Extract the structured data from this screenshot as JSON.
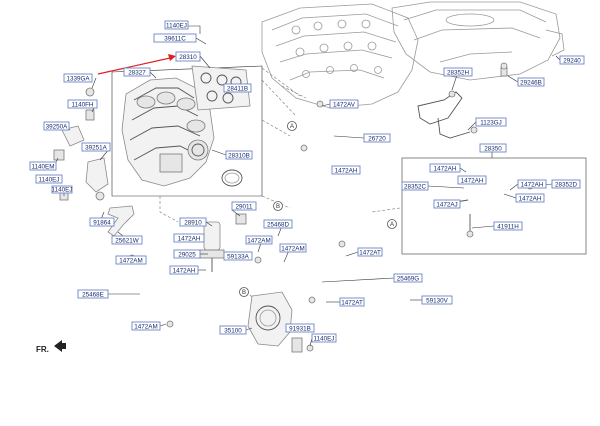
{
  "accent_color": "#e0201e",
  "label_box_color": "#6a86c8",
  "orientation_label": "FR.",
  "view_markers": {
    "a": "A",
    "b": "B"
  },
  "part_labels": {
    "p1140ej_top": "1140EJ",
    "p39611c": "39611C",
    "p28310": "28310",
    "p28327": "28327",
    "p28411b": "28411B",
    "p1339ga": "1339GA",
    "p1140fh": "1140FH",
    "p39250a": "39250A",
    "p1140em": "1140EM",
    "p1140ej_left": "1140EJ",
    "p1140ej_small": "1140EJ",
    "p39251a": "39251A",
    "p91864": "91864",
    "p25621w": "25621W",
    "p28310b": "28310B",
    "p29011": "29011",
    "p28910": "28910",
    "p1472ah_valve": "1472AH",
    "p29025": "29025",
    "p59133a": "59133A",
    "p1472ah_low": "1472AH",
    "p1472am_left": "1472AM",
    "p25468e": "25468E",
    "p1472am_bot": "1472AM",
    "p1472am_mid": "1472AM",
    "p25468d": "25468D",
    "p1472am_r": "1472AM",
    "p1472av": "1472AV",
    "p26720": "26720",
    "p1472ah_hose": "1472AH",
    "p1472at_top": "1472AT",
    "p25469g": "25469G",
    "p1472at_bot": "1472AT",
    "p59130v": "59130V",
    "p35100": "35100",
    "p91931b": "91931B",
    "p1140ej_bot": "1140EJ",
    "p29240": "29240",
    "p29246b": "29246B",
    "p28352h": "28352H",
    "p1123gj": "1123GJ",
    "p28350": "28350",
    "p1472ah_inset": "1472AH",
    "p28352c": "28352C",
    "p1472aj": "1472AJ",
    "p28352d": "28352D",
    "p1472ah_i2": "1472AH",
    "p1472ah_i3": "1472AH",
    "p1472ah_i4": "1472AH",
    "p41911h": "41911H"
  }
}
